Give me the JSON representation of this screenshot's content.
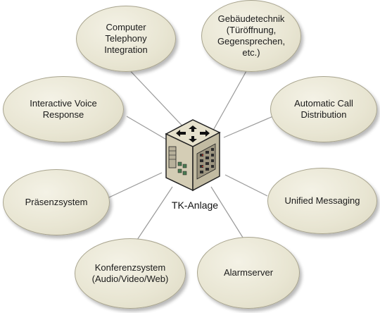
{
  "center": {
    "label": "TK-Anlage",
    "icon": "pbx-switch-icon"
  },
  "nodes": [
    {
      "id": "cti",
      "label": "Computer\nTelephony\nIntegration"
    },
    {
      "id": "gebaeude",
      "label": "Gebäudetechnik\n(Türöffnung,\nGegensprechen,\netc.)"
    },
    {
      "id": "ivr",
      "label": "Interactive Voice\nResponse"
    },
    {
      "id": "acd",
      "label": "Automatic Call\nDistribution"
    },
    {
      "id": "praesenz",
      "label": "Präsenzsystem"
    },
    {
      "id": "um",
      "label": "Unified Messaging"
    },
    {
      "id": "konferenz",
      "label": "Konferenzsystem\n(Audio/Video/Web)"
    },
    {
      "id": "alarm",
      "label": "Alarmserver"
    }
  ],
  "colors": {
    "node_fill": "#e8e5d2",
    "node_border": "#a8a48e",
    "connector": "#9a9a9a",
    "device_body": "#d9d3bf",
    "device_dark": "#222222",
    "device_accent": "#4a7a52"
  }
}
